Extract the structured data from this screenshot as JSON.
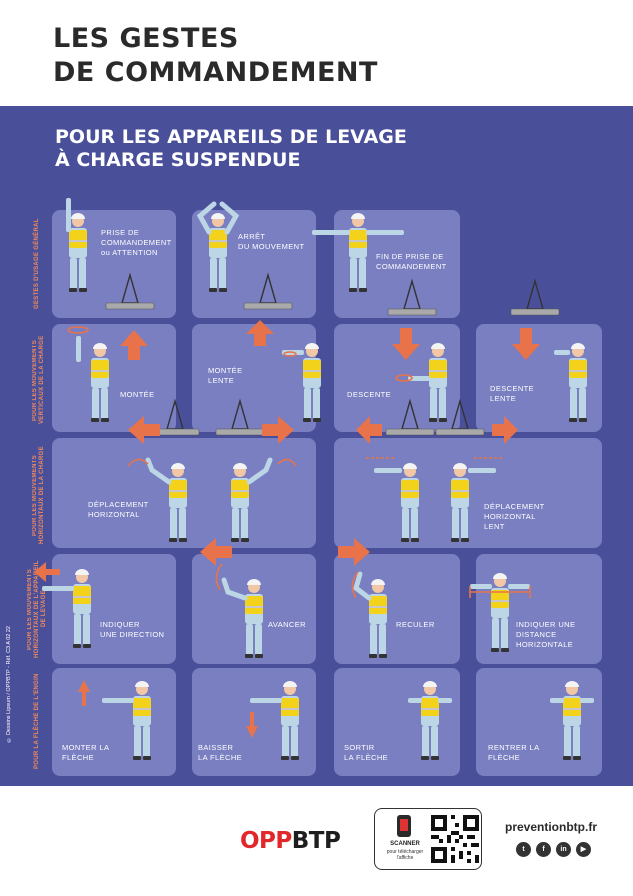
{
  "header": {
    "title_line1": "LES GESTES",
    "title_line2": "DE COMMANDEMENT"
  },
  "subtitle": {
    "line1": "POUR LES APPAREILS DE LEVAGE",
    "line2": "À CHARGE SUSPENDUE"
  },
  "row_labels": {
    "general": "GESTES D'USAGE GÉNÉRAL",
    "vertical": "POUR LES MOUVEMENTS VERTICAUX DE LA CHARGE",
    "horizontal": "POUR LES MOUVEMENTS HORIZONTAUX DE LA CHARGE",
    "machine_line1": "POUR LES MOUVEMENTS HORIZONTAUX DE L'APPAREIL",
    "machine_line2": "DE LEVAGE",
    "arrow": "POUR LA FLÈCHE DE L'ENGIN"
  },
  "credit": "© Dessins Lipsum / OPPBTP - Réf. C3 A 02 22",
  "gestures": {
    "prise": [
      "PRISE DE",
      "COMMANDEMENT",
      "ou ATTENTION"
    ],
    "arret": [
      "ARRÊT",
      "DU MOUVEMENT"
    ],
    "fin": [
      "FIN DE PRISE DE",
      "COMMANDEMENT"
    ],
    "montee": [
      "MONTÉE"
    ],
    "montee_lente": [
      "MONTÉE",
      "LENTE"
    ],
    "descente": [
      "DESCENTE"
    ],
    "descente_lente": [
      "DESCENTE",
      "LENTE"
    ],
    "deplacement": [
      "DÉPLACEMENT",
      "HORIZONTAL"
    ],
    "deplacement_lent": [
      "DÉPLACEMENT",
      "HORIZONTAL",
      "LENT"
    ],
    "indiquer_direction": [
      "INDIQUER",
      "UNE DIRECTION"
    ],
    "avancer": [
      "AVANCER"
    ],
    "reculer": [
      "RECULER"
    ],
    "indiquer_distance": [
      "INDIQUER UNE",
      "DISTANCE",
      "HORIZONTALE"
    ],
    "monter_fleche": [
      "MONTER LA",
      "FLÈCHE"
    ],
    "baisser_fleche": [
      "BAISSER",
      "LA FLÈCHE"
    ],
    "sortir_fleche": [
      "SORTIR",
      "LA FLÈCHE"
    ],
    "rentrer_fleche": [
      "RENTRER LA",
      "FLÈCHE"
    ]
  },
  "footer": {
    "logo_part1": "OPP",
    "logo_part2": "BTP",
    "scan_title": "SCANNER",
    "scan_sub_line1": "pour télécharger",
    "scan_sub_line2": "l'affiche",
    "website": "preventionbtp.fr",
    "social": [
      {
        "icon": "twitter-icon",
        "glyph": "t"
      },
      {
        "icon": "facebook-icon",
        "glyph": "f"
      },
      {
        "icon": "linkedin-icon",
        "glyph": "in"
      },
      {
        "icon": "youtube-icon",
        "glyph": "▶"
      }
    ]
  },
  "colors": {
    "poster_bg": "#4a4f9a",
    "cell_bg": "#8f95d0",
    "accent": "#e8734a",
    "vest": "#f2d21b",
    "worker": "#bcd6e6"
  }
}
